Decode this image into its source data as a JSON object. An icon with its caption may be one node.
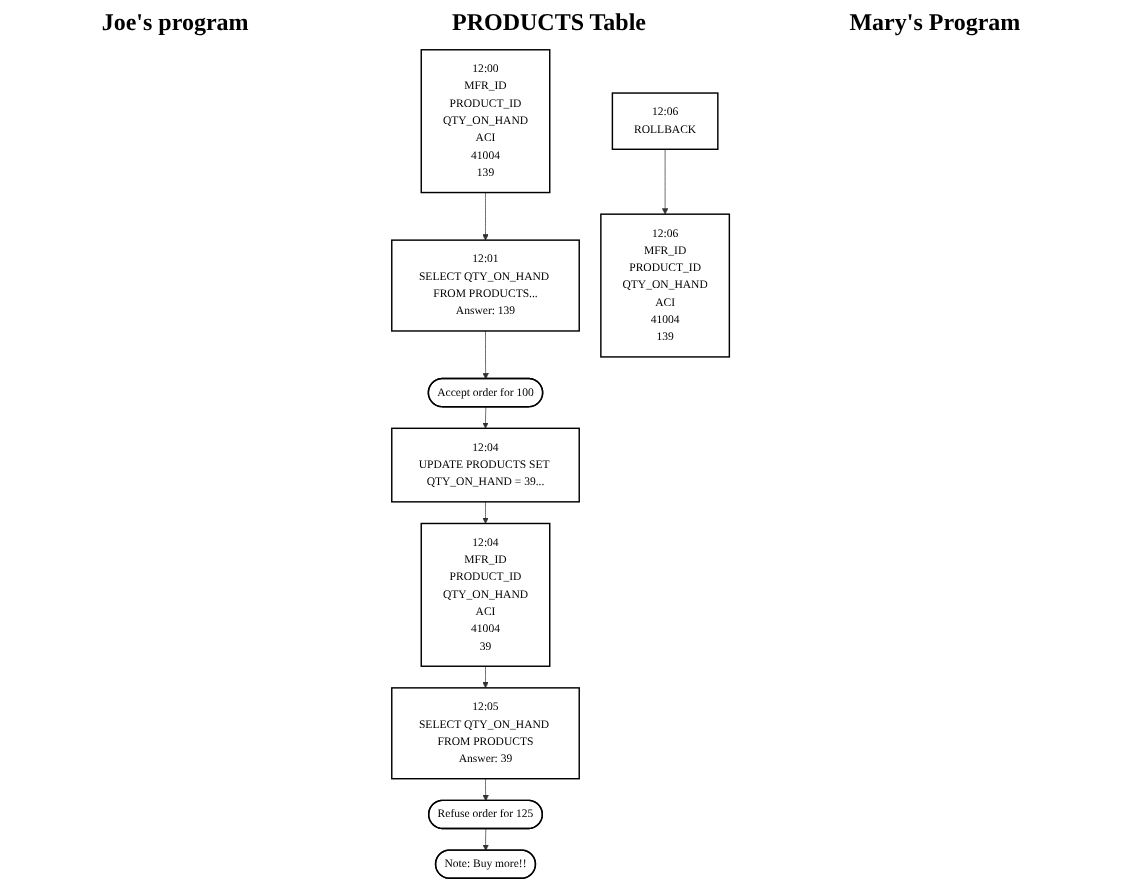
{
  "diagram": {
    "nodes": [
      {
        "text": [
          "12:00",
          "MFR_ID",
          "PRODUCT_ID",
          "QTY_ON_HAND",
          "ACI",
          "41004",
          "139"
        ]
      },
      {
        "text": [
          "12:01",
          "SELECT QTY_ON_HAND FROM PRODUCTS...",
          "Answer: 139"
        ]
      },
      {
        "text": [
          "Accept order for 100"
        ]
      },
      {
        "text": [
          "12:04",
          "UPDATE PRODUCTS SET QTY_ON_HAND = 39..."
        ]
      },
      {
        "text": [
          "12:04",
          "MFR_ID",
          "PRODUCT_ID",
          "QTY_ON_HAND",
          "ACI",
          "41004",
          "39"
        ]
      },
      {
        "text": [
          "12:05",
          "SELECT QTY_ON_HAND FROM PRODUCTS",
          "Answer: 39"
        ]
      },
      {
        "text": [
          "Refuse order for 125"
        ]
      },
      {
        "text": [
          "Note: Buy more!!"
        ]
      },
      {
        "text": [
          "12:06",
          "ROLLBACK"
        ]
      },
      {
        "text": [
          "12:06",
          "MFR_ID",
          "PRODUCT_ID",
          "QTY_ON_HAND",
          "ACI",
          "41004",
          "139"
        ]
      }
    ],
    "edges": [
      {
        "from": 0,
        "to": 1,
        "arrow": "to"
      },
      {
        "from": 1,
        "to": 2,
        "arrow": "to"
      },
      {
        "from": 2,
        "to": 3,
        "arrow": "to"
      },
      {
        "from": 3,
        "to": 4,
        "arrow": "to"
      },
      {
        "from": 4,
        "to": 5,
        "arrow": "to"
      },
      {
        "from": 5,
        "to": 6,
        "arrow": "to"
      },
      {
        "from": 6,
        "to": 7,
        "arrow": "to"
      },
      {
        "from": 8,
        "to": 9,
        "arrow": "to"
      }
    ],
    "labels": [
      "Joe's program",
      "PRODUCTS Table",
      "Mary's Program"
    ]
  }
}
